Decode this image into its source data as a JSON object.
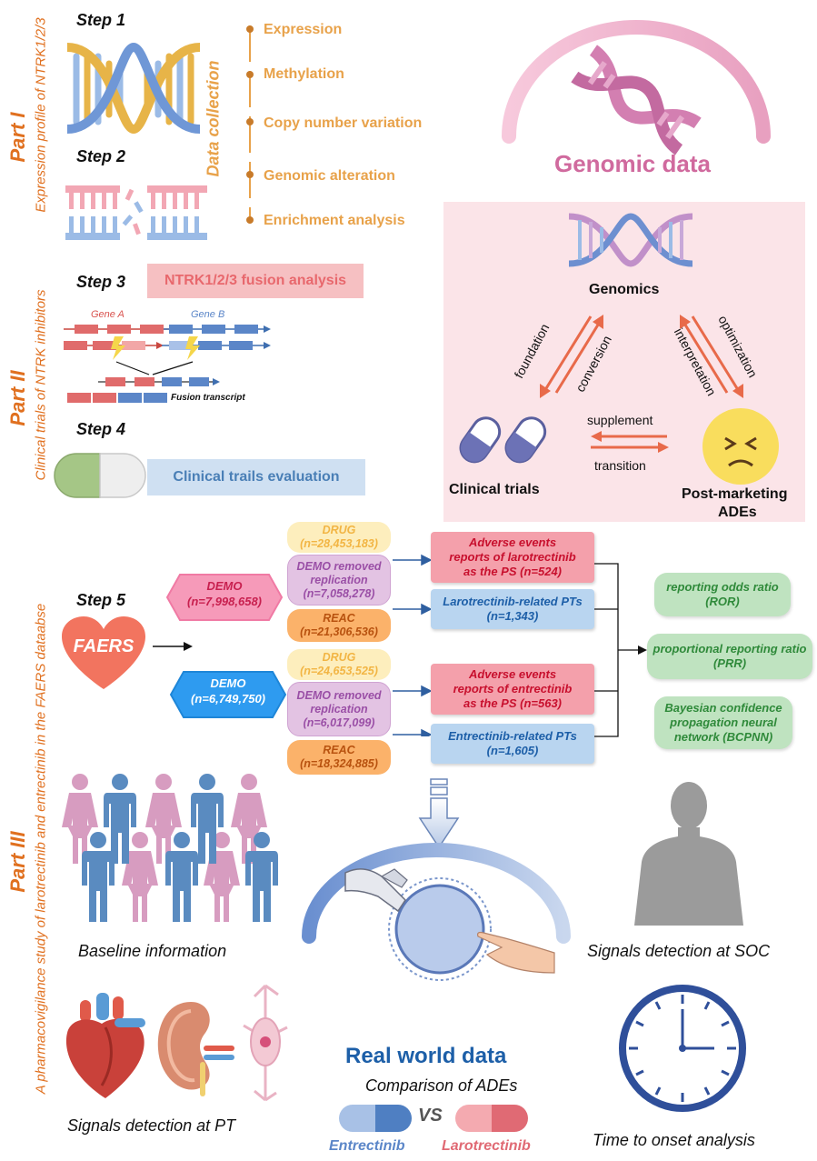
{
  "parts": {
    "part1": {
      "label": "Part I",
      "subtitle": "Expression profile of NTRK1/2/3"
    },
    "part2": {
      "label": "Part II",
      "subtitle": "Clinical trials of NTRK inhibitors"
    },
    "part3": {
      "label": "Part III",
      "subtitle": "A pharmacovigilance study of larotrectinib and entrectinib in the FAERS dataabse"
    }
  },
  "steps": {
    "s1": "Step 1",
    "s2": "Step 2",
    "s3": "Step 3",
    "s4": "Step 4",
    "s5": "Step 5"
  },
  "data_collection": {
    "title": "Data collection",
    "items": [
      "Expression",
      "Methylation",
      "Copy number variation",
      "Genomic alteration",
      "Enrichment analysis"
    ]
  },
  "genomic_data": "Genomic data",
  "fusion": {
    "title": "NTRK1/2/3 fusion analysis",
    "gene_a": "Gene A",
    "gene_b": "Gene B",
    "transcript": "Fusion transcript"
  },
  "clinical_eval": "Clinical trails evaluation",
  "cycle": {
    "genomics": "Genomics",
    "foundation": "foundation",
    "conversion": "conversion",
    "optimization": "optimization",
    "interpretation": "interpretation",
    "supplement": "supplement",
    "transition": "transition",
    "clinical_trials": "Clinical trials",
    "post_marketing_1": "Post-marketing",
    "post_marketing_2": "ADEs"
  },
  "faers": {
    "label": "FAERS",
    "demo1": {
      "title": "DEMO",
      "n": "(n=7,998,658)"
    },
    "demo2": {
      "title": "DEMO",
      "n": "(n=6,749,750)"
    },
    "drug1": {
      "title": "DRUG",
      "n": "(n=28,453,183)"
    },
    "demo_rm1": {
      "l1": "DEMO removed",
      "l2": "replication",
      "n": "(n=7,058,278)"
    },
    "reac1": {
      "title": "REAC",
      "n": "(n=21,306,536)"
    },
    "drug2": {
      "title": "DRUG",
      "n": "(n=24,653,525)"
    },
    "demo_rm2": {
      "l1": "DEMO removed",
      "l2": "replication",
      "n": "(n=6,017,099)"
    },
    "reac2": {
      "title": "REAC",
      "n": "(n=18,324,885)"
    },
    "ae_laro": {
      "l1": "Adverse events",
      "l2": "reports of larotrectinib",
      "l3": "as the PS  (n=524)"
    },
    "pt_laro": {
      "l1": "Larotrectinib-related PTs",
      "l2": "(n=1,343)"
    },
    "ae_entr": {
      "l1": "Adverse events",
      "l2": "reports of entrectinib",
      "l3": "as the PS  (n=563)"
    },
    "pt_entr": {
      "l1": "Entrectinib-related PTs",
      "l2": "(n=1,605)"
    }
  },
  "methods": {
    "ror": {
      "l1": "reporting odds ratio",
      "l2": "(ROR)"
    },
    "prr": {
      "l1": "proportional reporting ratio",
      "l2": "(PRR)"
    },
    "bcpnn": {
      "l1": "Bayesian confidence",
      "l2": "propagation neural",
      "l3": "network (BCPNN)"
    }
  },
  "bottom": {
    "baseline": "Baseline information",
    "soc": "Signals detection at SOC",
    "pt": "Signals detection at PT",
    "tto": "Time to onset analysis",
    "rwd": "Real world data",
    "comparison": "Comparison of ADEs",
    "vs": "VS",
    "entrectinib": "Entrectinib",
    "larotrectinib": "Larotrectinib"
  },
  "colors": {
    "orange": "#e0701f",
    "gold": "#e8a24a",
    "pink_dna": "#d37fb1",
    "salmon": "#e86a4a",
    "blue_dark": "#1d5fa8",
    "green_text": "#2f8a3a"
  }
}
